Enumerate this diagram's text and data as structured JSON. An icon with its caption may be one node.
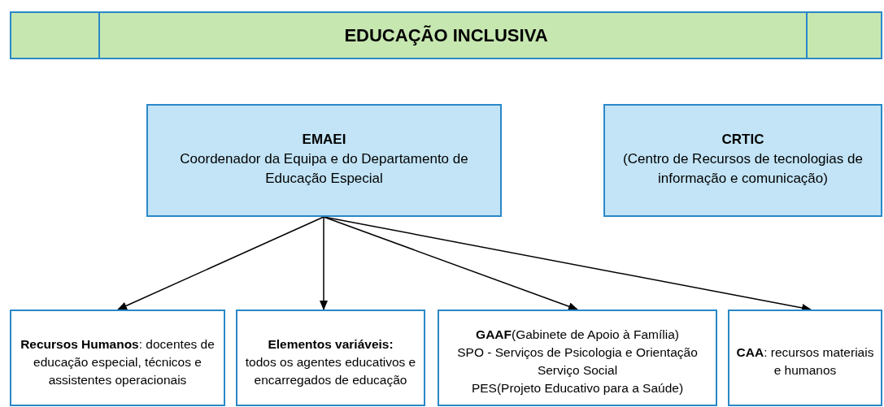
{
  "diagram": {
    "title": "EDUCAÇÃO INCLUSIVA",
    "nodes": [
      {
        "text": [
          "EMAEI",
          "Coordenador da Equipa e do Departamento de Educação Especial"
        ]
      },
      {
        "text": [
          "CRTIC",
          "(Centro de Recursos de tecnologias de informação e comunicação)"
        ]
      },
      {
        "text": [
          "**Recursos Humanos**: docentes de educação especial, técnicos e assistentes operacionais"
        ]
      },
      {
        "text": [
          "Elementos variáveis:",
          "todos os agentes educativos e encarregados de educação"
        ]
      },
      {
        "text": [
          "**GAAF**(Gabinete de Apoio à Família)",
          "SPO - Serviços de Psicologia e Orientação",
          "Serviço Social",
          "PES(Projeto Educativo para a Saúde)"
        ]
      },
      {
        "text": [
          "**CAA**: recursos materiais e humanos"
        ]
      }
    ],
    "edges": [
      {
        "from": 0,
        "to": 2,
        "arrow": "to"
      },
      {
        "from": 0,
        "to": 3,
        "arrow": "to"
      },
      {
        "from": 0,
        "to": 4,
        "arrow": "to"
      },
      {
        "from": 0,
        "to": 5,
        "arrow": "to"
      }
    ]
  }
}
